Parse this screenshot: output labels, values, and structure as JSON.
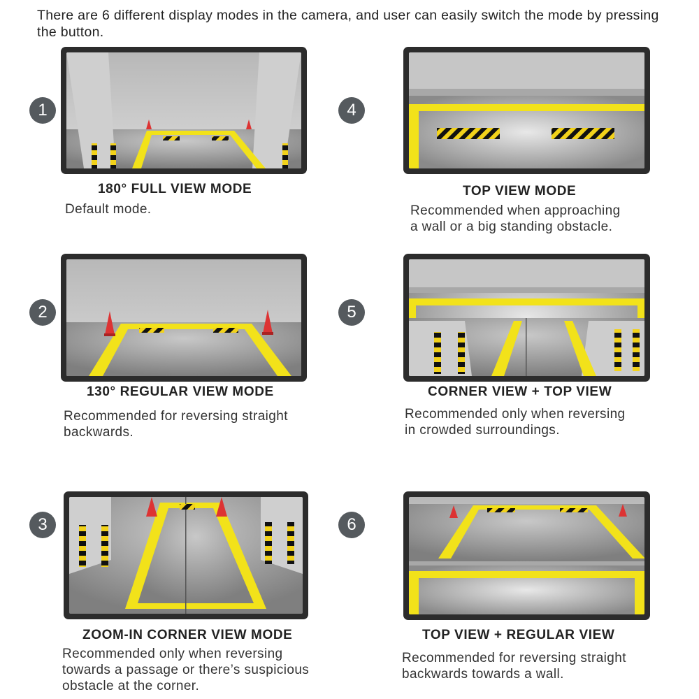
{
  "intro": "There are 6 different display modes in the camera, and user can easily switch the mode by pressing the button.",
  "modes": [
    {
      "number": "1",
      "title": "180° FULL VIEW MODE",
      "description": "Default mode."
    },
    {
      "number": "2",
      "title": "130° REGULAR VIEW MODE",
      "description": "Recommended for reversing straight\nbackwards."
    },
    {
      "number": "3",
      "title": "ZOOM-IN CORNER VIEW MODE",
      "description": "Recommended only when reversing\ntowards a passage or there’s suspicious\nobstacle at the corner."
    },
    {
      "number": "4",
      "title": "TOP VIEW MODE",
      "description": "Recommended when approaching\na wall or a big standing obstacle."
    },
    {
      "number": "5",
      "title": "CORNER VIEW + TOP VIEW",
      "description": "Recommended only when reversing\nin crowded surroundings."
    },
    {
      "number": "6",
      "title": "TOP VIEW + REGULAR VIEW",
      "description": "Recommended for reversing straight\nbackwards towards a wall."
    }
  ],
  "colors": {
    "badge": "#555a5e",
    "line_yellow": "#f2e21a",
    "frame": "#2c2c2c"
  }
}
